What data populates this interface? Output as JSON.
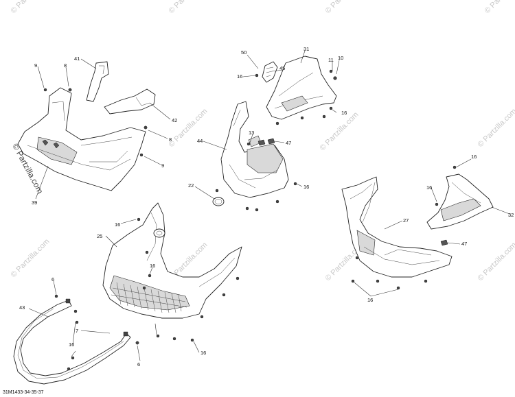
{
  "watermark": {
    "text": "© Partzilla.com",
    "short_text": "©"
  },
  "diagram_code": "31M1433-34-35-37",
  "callouts": [
    "50",
    "31",
    "11",
    "10",
    "45",
    "16",
    "16",
    "41",
    "9",
    "8",
    "42",
    "8",
    "9",
    "13",
    "47",
    "44",
    "16",
    "22",
    "39",
    "16",
    "32",
    "27",
    "16",
    "25",
    "16",
    "47",
    "6",
    "16",
    "43",
    "7",
    "16",
    "16",
    "6",
    "16"
  ]
}
